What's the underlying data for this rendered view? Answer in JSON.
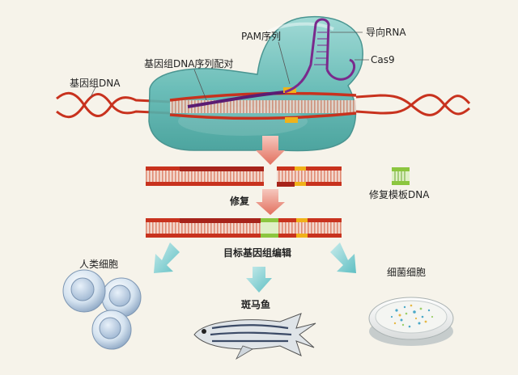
{
  "labels": {
    "genomic_dna": "基因组DNA",
    "genome_pairing": "基因组DNA序列配对",
    "pam": "PAM序列",
    "guide_rna": "导向RNA",
    "cas9": "Cas9",
    "repair": "修复",
    "repair_template": "修复模板DNA",
    "target_editing": "目标基因组编辑",
    "human_cells": "人类细胞",
    "zebrafish": "斑马鱼",
    "bacteria": "细菌细胞"
  },
  "colors": {
    "background": "#f6f3ea",
    "dna_red": "#c8321e",
    "protein_teal": "#5fb9b4",
    "guide_purple": "#7a2a8c",
    "pam_yellow": "#f0b21a",
    "template_green": "#8cc63f",
    "arrow_teal": "#66c3c7",
    "arrow_red": "#e2705f"
  }
}
